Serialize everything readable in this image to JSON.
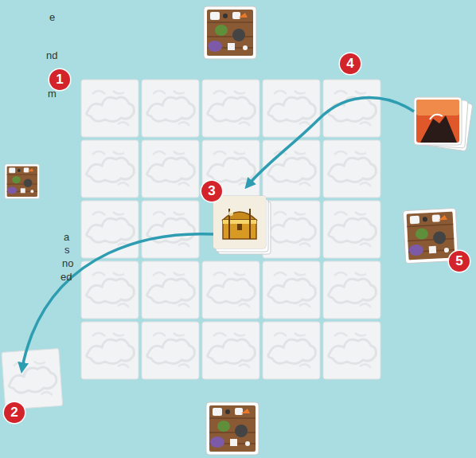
{
  "diagram": {
    "labels": [
      "e",
      "nd",
      "m",
      "a",
      "s",
      "no",
      "ed",
      "1",
      "2",
      "3",
      "4",
      "5"
    ]
  }
}
